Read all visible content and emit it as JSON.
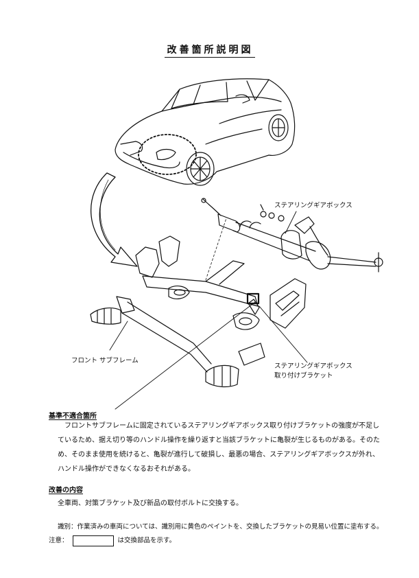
{
  "title": "改善箇所説明図",
  "labels": {
    "steering_gearbox": "ステアリングギアボックス",
    "front_subframe": "フロント サブフレーム",
    "bracket_line1": "ステアリングギアボックス",
    "bracket_line2": "取り付けブラケット"
  },
  "nonconformity": {
    "heading": "基準不適合箇所",
    "body": "フロントサブフレームに固定されているステアリングギアボックス取り付けブラケットの強度が不足しているため、据え切り等のハンドル操作を繰り返すと当該ブラケットに亀裂が生じるものがある。そのため、そのまま使用を続けると、亀裂が進行して破損し、最悪の場合、ステアリングギアボックスが外れ、ハンドル操作ができなくなるおそれがある。"
  },
  "improvement": {
    "heading": "改善の内容",
    "body": "全車両、対策ブラケット及び新品の取付ボルトに交換する。"
  },
  "identification": "識別：作業済みの車両については、識別用に黄色のペイントを、交換したブラケットの見易い位置に塗布する。",
  "note": {
    "prefix": "注意：",
    "suffix": "は交換部品を示す。"
  }
}
